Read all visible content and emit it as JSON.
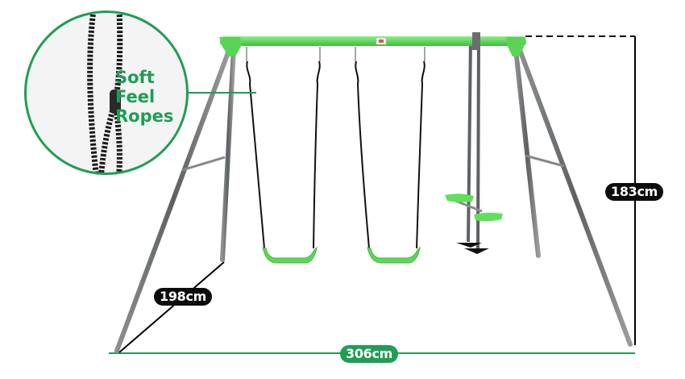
{
  "callout": {
    "line1": "Soft",
    "line2": "Feel",
    "line3": "Ropes"
  },
  "dimensions": {
    "height": "183cm",
    "leg_length": "198cm",
    "width": "306cm"
  },
  "colors": {
    "frame_green": "#6ee06a",
    "accent_green": "#1f9d55",
    "leg_grey": "#6b6e70",
    "label_black": "#0b0b0b"
  },
  "product": {
    "components": [
      "swing-seat",
      "swing-seat",
      "glider"
    ]
  }
}
